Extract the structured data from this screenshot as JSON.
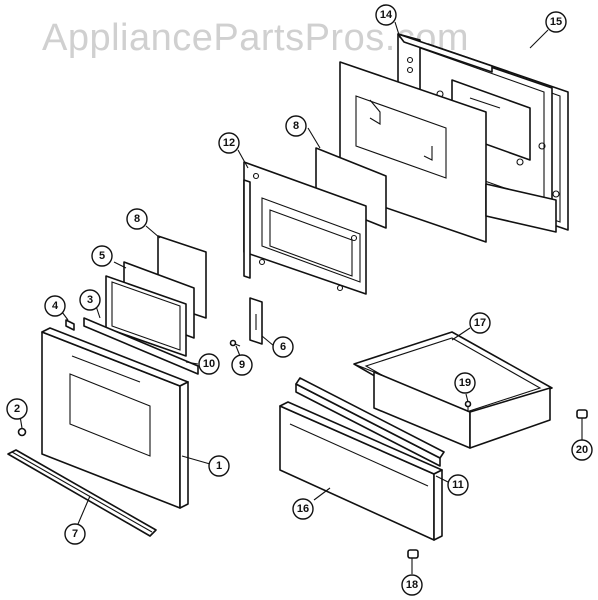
{
  "watermark": "AppliancePartsPros.com",
  "callouts": {
    "c1": "1",
    "c2": "2",
    "c3": "3",
    "c4": "4",
    "c5": "5",
    "c6": "6",
    "c7": "7",
    "c8a": "8",
    "c8b": "8",
    "c9": "9",
    "c10": "10",
    "c11": "11",
    "c12": "12",
    "c14": "14",
    "c15": "15",
    "c16": "16",
    "c17": "17",
    "c18": "18",
    "c19": "19",
    "c20": "20"
  }
}
